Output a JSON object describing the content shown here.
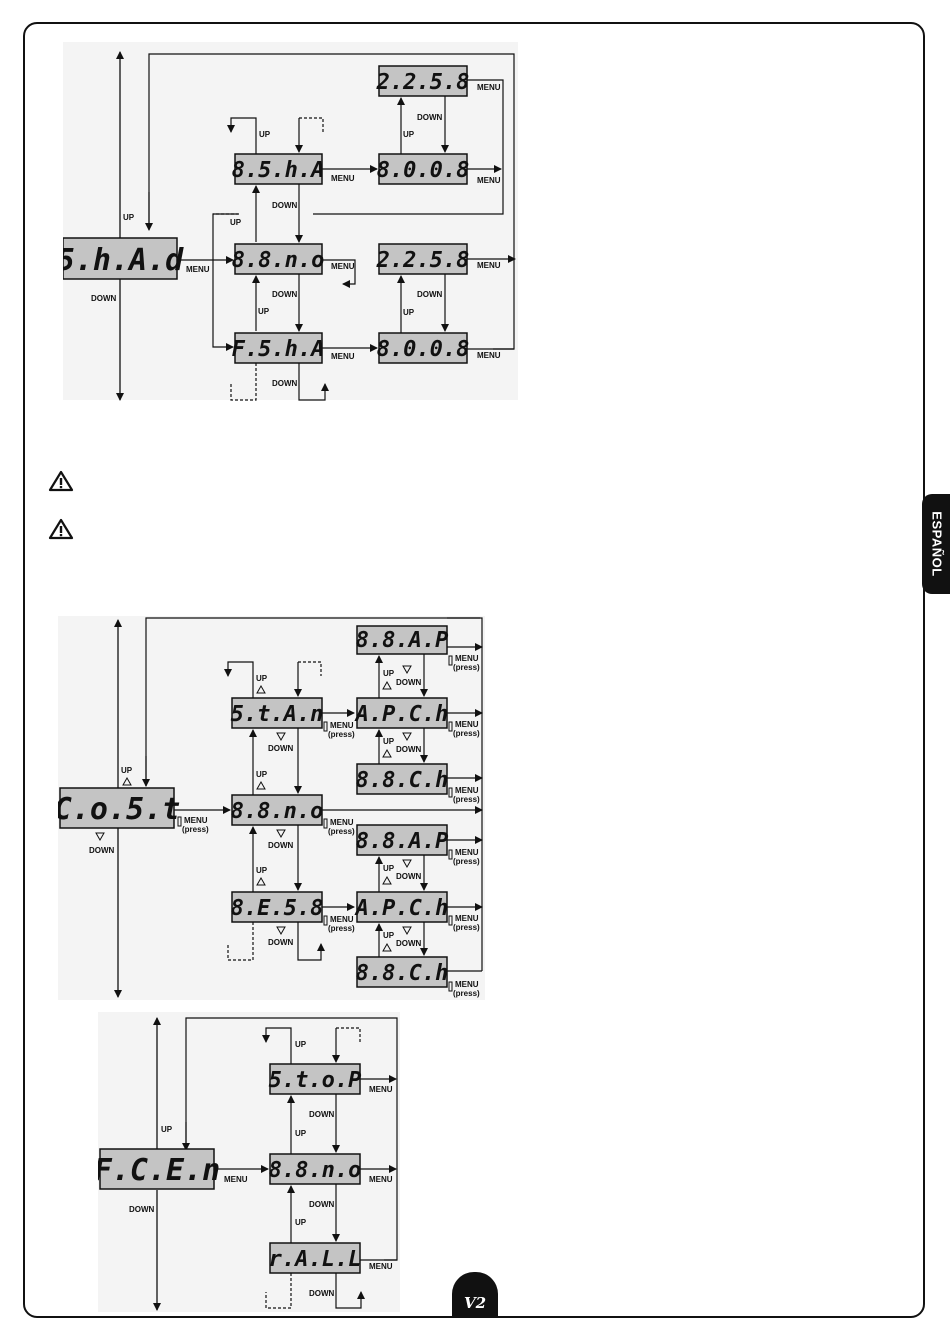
{
  "labels": {
    "up": "UP",
    "down": "DOWN",
    "menu": "MENU",
    "press": "(press)"
  },
  "diagram1": {
    "main": "5.h.A.d",
    "options": {
      "top": "8.5.h.A",
      "mid": "8.8.n.o",
      "bot": "F.5.h.A"
    },
    "top_values": {
      "max": "2.2.5.8",
      "min": "8.0.0.8"
    },
    "bot_values": {
      "max": "2.2.5.8",
      "min": "8.0.0.8"
    }
  },
  "diagram2": {
    "main": "C.o.5.t",
    "options": {
      "top": "5.t.A.n",
      "mid": "8.8.n.o",
      "bot": "8.E.5.8"
    },
    "top_values": {
      "ap": "8.8.A.P",
      "apch": "A.P.C.h",
      "ch": "8.8.C.h"
    },
    "bot_values": {
      "ap": "8.8.A.P",
      "apch": "A.P.C.h",
      "ch": "8.8.C.h"
    }
  },
  "diagram3": {
    "main": "F.C.E.n",
    "options": {
      "top": "5.t.o.P",
      "mid": "8.8.n.o",
      "bot": "r.A.L.L"
    }
  },
  "side_tab": "ESPAÑOL",
  "brand": "V2",
  "colors": {
    "panel": "#f4f4f4",
    "display": "#c4c4c4",
    "ink": "#111111"
  }
}
